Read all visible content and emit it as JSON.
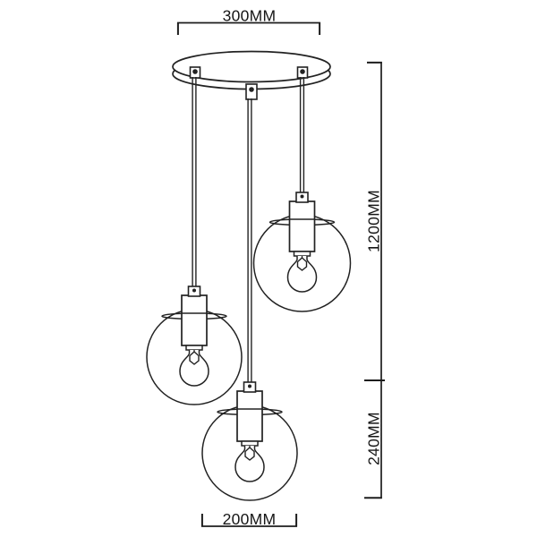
{
  "drawing": {
    "type": "pendant-light-dimension-diagram",
    "description": "line drawing of a 3-globe cluster pendant lamp with dimensions",
    "labels": {
      "canopy_width": "300MM",
      "cord_drop": "1200MM",
      "fixture_height": "240MM",
      "globe_diameter": "200MM"
    },
    "values": {
      "canopy_width_mm": 300,
      "cord_drop_mm": 1200,
      "fixture_height_mm": 240,
      "globe_diameter_mm": 200
    },
    "colors": {
      "line": "#222222",
      "background": "#ffffff",
      "text": "#161616"
    }
  }
}
